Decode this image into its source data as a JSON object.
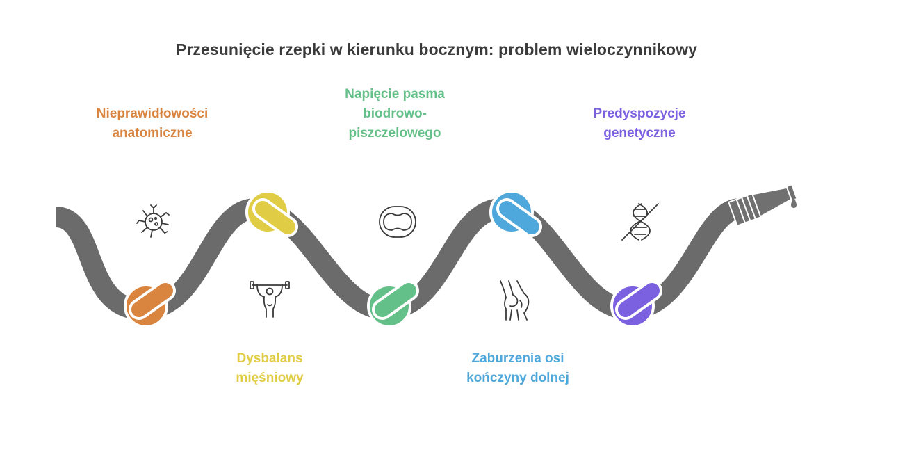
{
  "title": "Przesunięcie rzepki w kierunku bocznym: problem wieloczynnikowy",
  "factors": [
    {
      "id": "anatomical",
      "lines": [
        "Nieprawidłowości",
        "anatomiczne"
      ],
      "color": "#d9843f",
      "icon": "cell-virus-icon",
      "position": "top"
    },
    {
      "id": "muscle",
      "lines": [
        "Dysbalans",
        "mięśniowy"
      ],
      "color": "#e1cd45",
      "icon": "muscle-weightlifter-icon",
      "position": "bottom"
    },
    {
      "id": "itband",
      "lines": [
        "Napięcie pasma",
        "biodrowo-",
        "piszczelowego"
      ],
      "color": "#63c088",
      "icon": "band-loop-icon",
      "position": "top"
    },
    {
      "id": "alignment",
      "lines": [
        "Zaburzenia osi",
        "kończyny dolnej"
      ],
      "color": "#4fa8db",
      "icon": "knee-joint-icon",
      "position": "bottom"
    },
    {
      "id": "genetic",
      "lines": [
        "Predyspozycje",
        "genetyczne"
      ],
      "color": "#7b60e0",
      "icon": "dna-crossed-icon",
      "position": "top"
    }
  ],
  "hose_color": "#6b6b6b",
  "nozzle_color": "#707070"
}
